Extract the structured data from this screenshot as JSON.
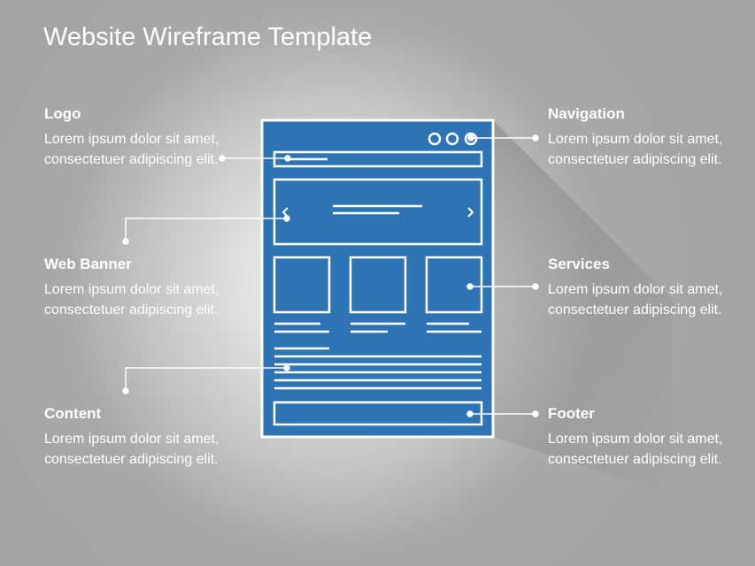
{
  "title": "Website Wireframe Template",
  "callouts": {
    "logo": {
      "heading": "Logo",
      "text": "Lorem ipsum dolor sit amet, consectetuer adipiscing elit."
    },
    "web_banner": {
      "heading": "Web Banner",
      "text": "Lorem ipsum dolor sit amet, consectetuer adipiscing elit."
    },
    "content": {
      "heading": "Content",
      "text": "Lorem ipsum dolor sit amet, consectetuer adipiscing elit."
    },
    "navigation": {
      "heading": "Navigation",
      "text": "Lorem ipsum dolor sit amet, consectetuer adipiscing elit."
    },
    "services": {
      "heading": "Services",
      "text": "Lorem ipsum dolor sit amet, consectetuer adipiscing elit."
    },
    "footer": {
      "heading": "Footer",
      "text": "Lorem ipsum dolor sit amet, consectetuer adipiscing elit."
    }
  },
  "colors": {
    "wireframe_fill": "#2e74b5",
    "line": "#ffffff"
  }
}
